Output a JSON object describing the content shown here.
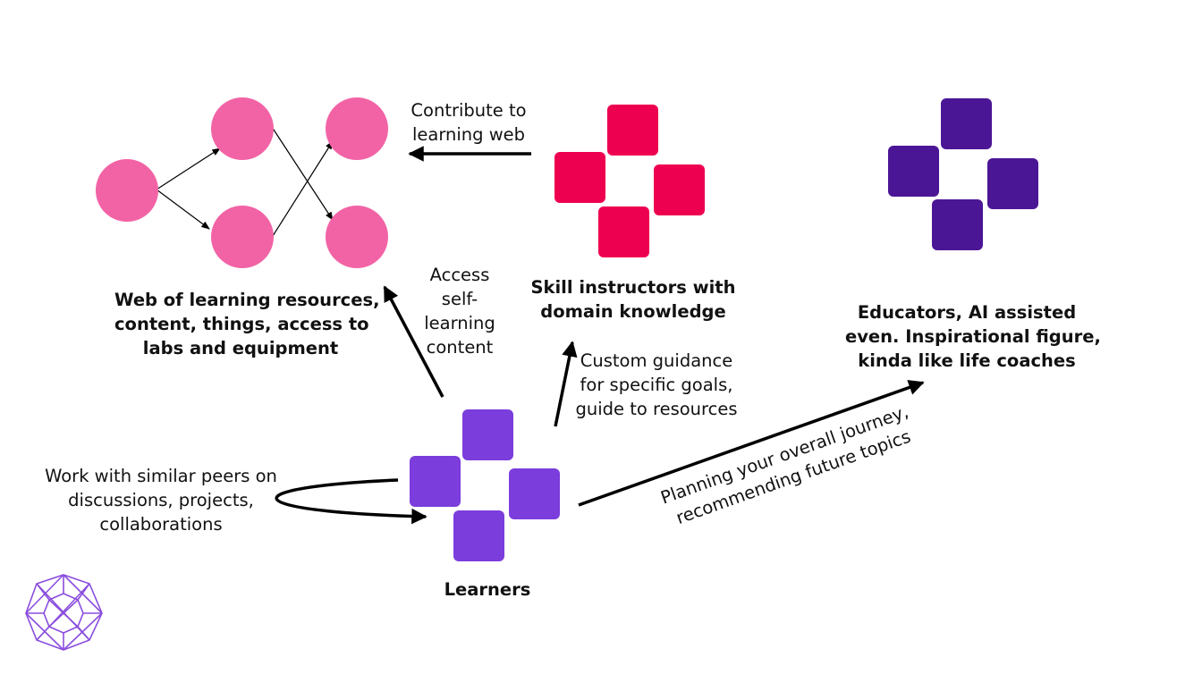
{
  "colors": {
    "pink": "#f263a6",
    "crimson": "#ee0050",
    "violet": "#7b3ddc",
    "indigo": "#4b1695",
    "ink": "#000000",
    "logo": "#8a4dde"
  },
  "nodes": {
    "web": {
      "label_lines": [
        "Web of learning resources,",
        "content, things, access to",
        "labs and equipment"
      ]
    },
    "instructors": {
      "label_lines": [
        "Skill instructors with",
        "domain knowledge"
      ]
    },
    "educators": {
      "label_lines": [
        "Educators, AI assisted",
        "even. Inspirational figure,",
        "kinda like life coaches"
      ]
    },
    "learners": {
      "label": "Learners"
    }
  },
  "edges": {
    "contribute": {
      "lines": [
        "Contribute to",
        "learning web"
      ]
    },
    "access": {
      "lines": [
        "Access",
        "self-",
        "learning",
        "content"
      ]
    },
    "guidance": {
      "lines": [
        "Custom guidance",
        "for specific goals,",
        "guide to resources"
      ]
    },
    "peers": {
      "lines": [
        "Work with similar peers on",
        "discussions, projects,",
        "collaborations"
      ]
    },
    "planning": {
      "lines": [
        "Planning your overall journey,",
        "recommending future topics"
      ]
    }
  },
  "logo": {
    "icon": "hypercube-logo-icon"
  }
}
